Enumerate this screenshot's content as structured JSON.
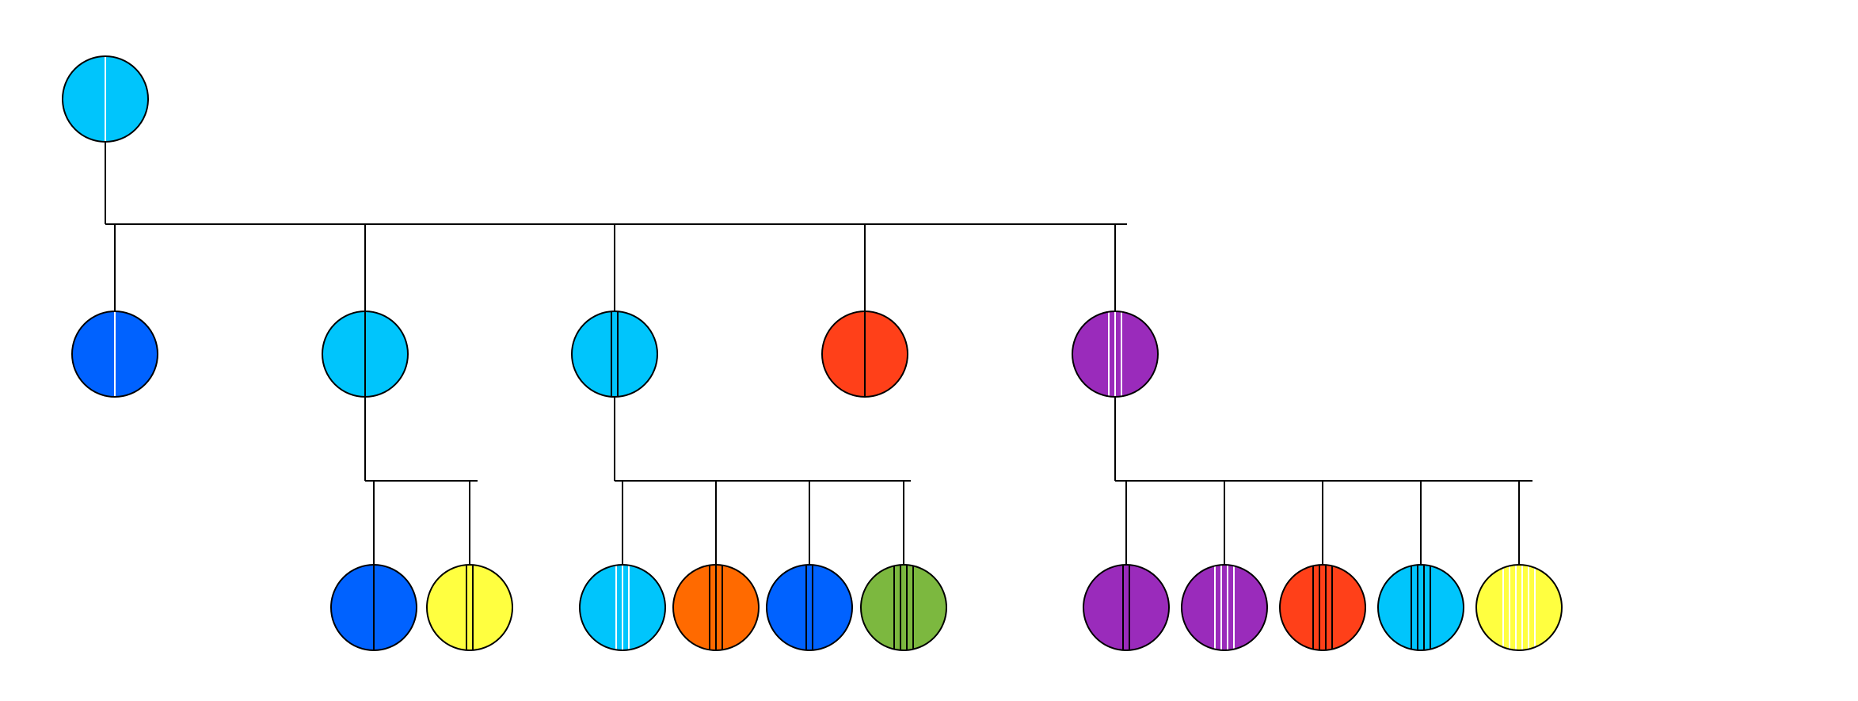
{
  "diagram": {
    "type": "tree",
    "colors": {
      "light_blue": "#00c5fc",
      "blue": "#0062ff",
      "red": "#ff4019",
      "purple": "#9a2bbb",
      "yellow": "#ffff40",
      "orange": "#ff6a00",
      "green": "#7cb83f",
      "edge": "#000000",
      "white_stripe": "#ffffff"
    },
    "nodes": [
      {
        "id": "root",
        "parent": null,
        "color": "#00c5fc",
        "stripes": 1,
        "stripe_color": "white"
      },
      {
        "id": "a",
        "parent": "root",
        "color": "#0062ff",
        "stripes": 1,
        "stripe_color": "white"
      },
      {
        "id": "b",
        "parent": "root",
        "color": "#00c5fc",
        "stripes": 1,
        "stripe_color": "black"
      },
      {
        "id": "c",
        "parent": "root",
        "color": "#00c5fc",
        "stripes": 2,
        "stripe_color": "black"
      },
      {
        "id": "d",
        "parent": "root",
        "color": "#ff4019",
        "stripes": 1,
        "stripe_color": "black"
      },
      {
        "id": "e",
        "parent": "root",
        "color": "#9a2bbb",
        "stripes": 3,
        "stripe_color": "white"
      },
      {
        "id": "b1",
        "parent": "b",
        "color": "#0062ff",
        "stripes": 1,
        "stripe_color": "black"
      },
      {
        "id": "b2",
        "parent": "b",
        "color": "#ffff40",
        "stripes": 2,
        "stripe_color": "black"
      },
      {
        "id": "c1",
        "parent": "c",
        "color": "#00c5fc",
        "stripes": 3,
        "stripe_color": "white"
      },
      {
        "id": "c2",
        "parent": "c",
        "color": "#ff6a00",
        "stripes": 3,
        "stripe_color": "black"
      },
      {
        "id": "c3",
        "parent": "c",
        "color": "#0062ff",
        "stripes": 2,
        "stripe_color": "black"
      },
      {
        "id": "c4",
        "parent": "c",
        "color": "#7cb83f",
        "stripes": 4,
        "stripe_color": "black"
      },
      {
        "id": "e1",
        "parent": "e",
        "color": "#9a2bbb",
        "stripes": 2,
        "stripe_color": "black"
      },
      {
        "id": "e2",
        "parent": "e",
        "color": "#9a2bbb",
        "stripes": 4,
        "stripe_color": "white"
      },
      {
        "id": "e3",
        "parent": "e",
        "color": "#ff4019",
        "stripes": 4,
        "stripe_color": "black"
      },
      {
        "id": "e4",
        "parent": "e",
        "color": "#00c5fc",
        "stripes": 4,
        "stripe_color": "black"
      },
      {
        "id": "e5",
        "parent": "e",
        "color": "#ffff40",
        "stripes": 6,
        "stripe_color": "white"
      }
    ]
  }
}
